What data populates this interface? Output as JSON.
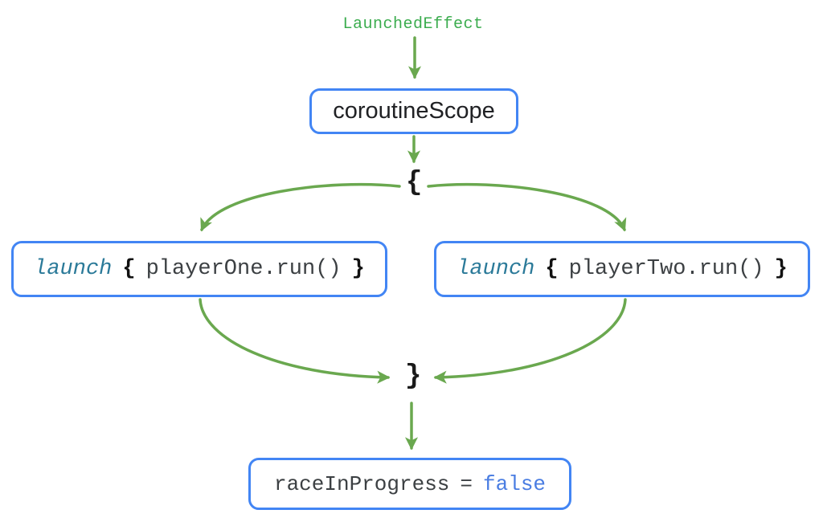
{
  "diagram": {
    "top_label": "LaunchedEffect",
    "scope_box_label": "coroutineScope",
    "open_brace": "{",
    "close_brace": "}",
    "left_box": {
      "keyword": "launch",
      "open_brace": "{",
      "body": "playerOne.run()",
      "close_brace": "}"
    },
    "right_box": {
      "keyword": "launch",
      "open_brace": "{",
      "body": "playerTwo.run()",
      "close_brace": "}"
    },
    "result_box": {
      "variable": "raceInProgress",
      "operator": "=",
      "value": "false"
    },
    "colors": {
      "green_text": "#3bac4e",
      "arrow_green": "#6aa84f",
      "box_border_blue": "#4285f4",
      "keyword_teal": "#2b7a99",
      "value_blue": "#4a7de2",
      "code_dark": "#3c4043"
    }
  }
}
